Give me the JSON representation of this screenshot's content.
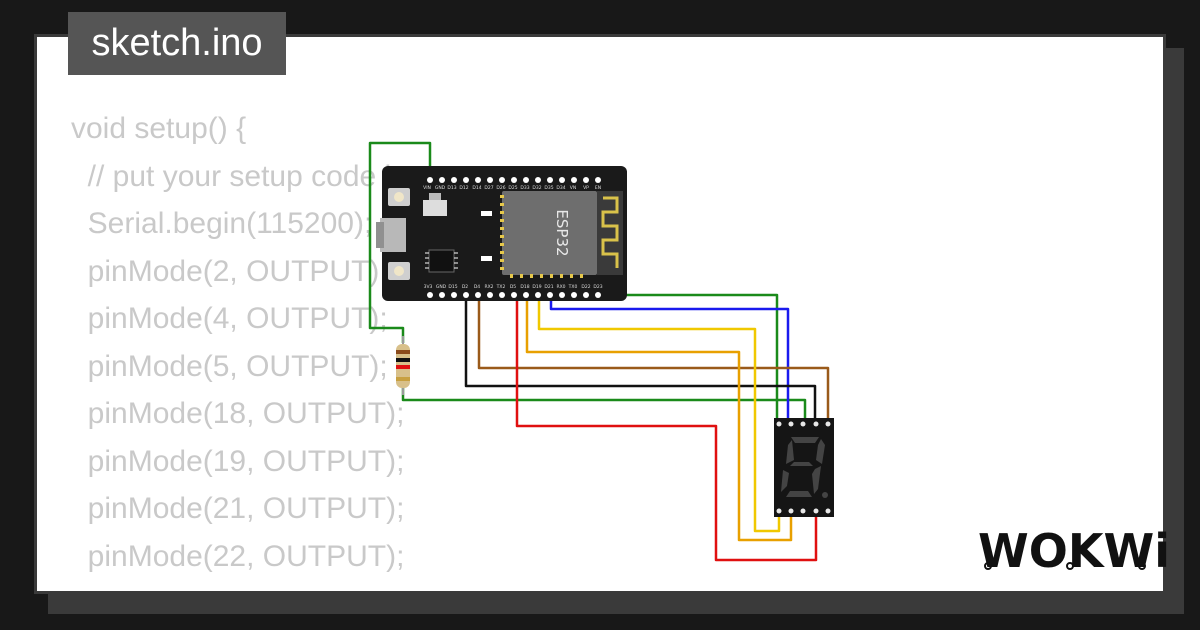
{
  "app": {
    "file_tab": "sketch.ino",
    "brand": "WOKWi"
  },
  "editor": {
    "code_lines": [
      "void setup() {",
      "  // put your setup code here, to run once:",
      "  Serial.begin(115200);",
      "  pinMode(2, OUTPUT);",
      "  pinMode(4, OUTPUT);",
      "  pinMode(5, OUTPUT);",
      "  pinMode(18, OUTPUT);",
      "  pinMode(19, OUTPUT);",
      "  pinMode(21, OUTPUT);",
      "  pinMode(22, OUTPUT);",
      "}"
    ]
  },
  "board": {
    "chip_label": "ESP32",
    "top_pins": [
      "VIN",
      "GND",
      "D13",
      "D12",
      "D14",
      "D27",
      "D26",
      "D25",
      "D33",
      "D32",
      "D35",
      "D34",
      "VN",
      "VP",
      "EN"
    ],
    "bottom_pins": [
      "3V3",
      "GND",
      "D15",
      "D2",
      "D4",
      "RX2",
      "TX2",
      "D5",
      "D18",
      "D19",
      "D21",
      "RX0",
      "TX0",
      "D22",
      "D23"
    ]
  },
  "wire_colors": {
    "green": "#1a8a1a",
    "blue": "#1a1aee",
    "yellow": "#f0c800",
    "orange": "#e8a000",
    "red": "#e01010",
    "black": "#111111",
    "brown": "#9a5a1a"
  }
}
